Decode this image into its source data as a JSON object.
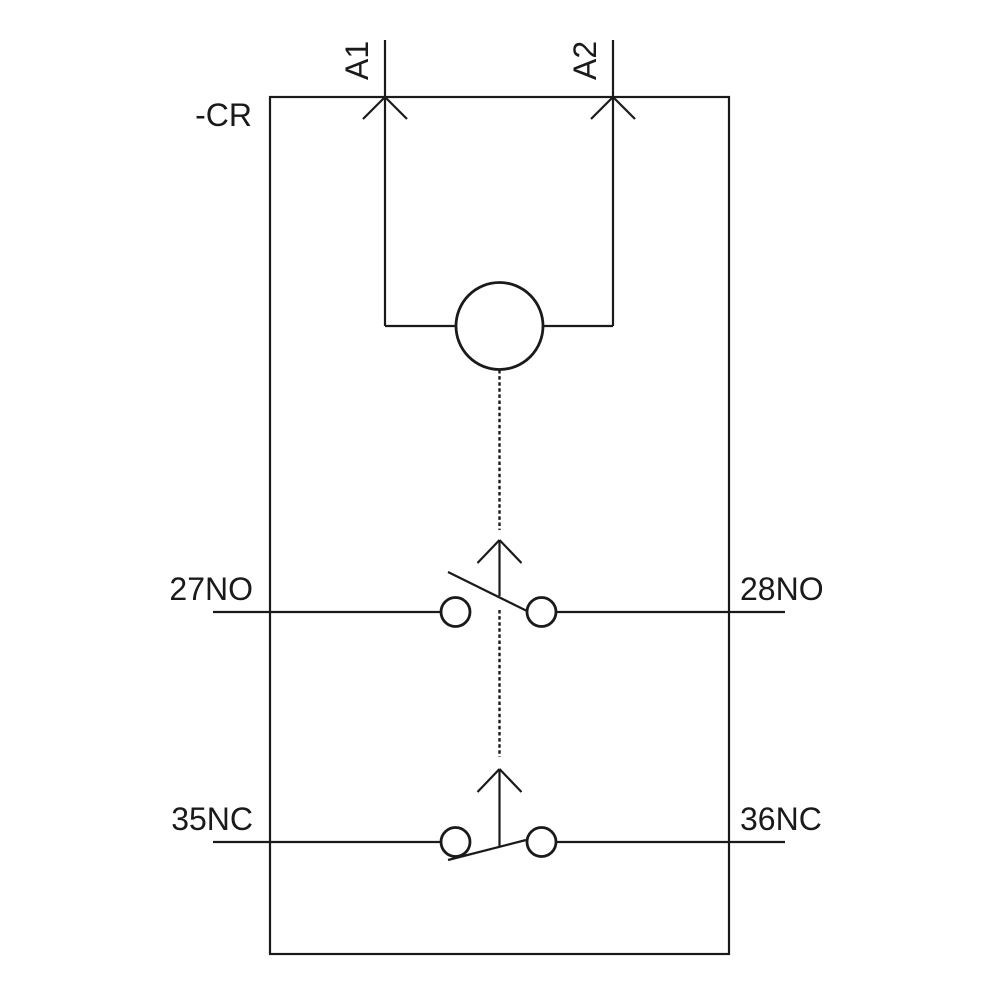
{
  "diagram": {
    "kind": "relay-wiring-schematic",
    "device": {
      "tag": "-CR"
    },
    "coil": {
      "terminal_a1": "A1",
      "terminal_a2": "A2",
      "symbol": "circle-coil"
    },
    "contacts": {
      "no": {
        "left": "27NO",
        "right": "28NO",
        "type": "normally-open"
      },
      "nc": {
        "left": "35NC",
        "right": "36NC",
        "type": "normally-closed"
      }
    },
    "symbols": {
      "mechanical_link": "vertical-dashed-line",
      "actuation_arrow": "up-arrow",
      "terminal_connection_mark": "chevron-x"
    },
    "colors": {
      "line": "#1a1a1a",
      "background": "#ffffff"
    }
  }
}
